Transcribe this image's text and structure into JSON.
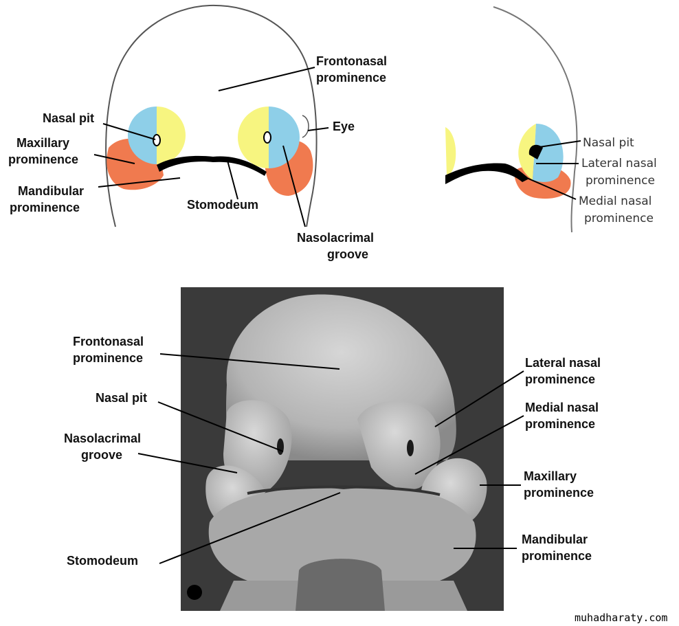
{
  "colors": {
    "frontonasal": "#ffffff",
    "lateral_nasal": "#8ecfe8",
    "medial_nasal": "#f7f580",
    "maxillary": "#f07a4f",
    "stomodeum": "#000000",
    "sem_background": "#3a3a3a"
  },
  "front_view": {
    "labels": {
      "frontonasal": [
        "Frontonasal",
        "prominence"
      ],
      "nasal_pit": "Nasal pit",
      "maxillary": [
        "Maxillary",
        "prominence"
      ],
      "mandibular": [
        "Mandibular",
        "prominence"
      ],
      "stomodeum": "Stomodeum",
      "nasolacrimal": [
        "Nasolacrimal",
        "groove"
      ],
      "eye": "Eye"
    }
  },
  "side_view": {
    "labels": {
      "nasal_pit": "Nasal pit",
      "lateral_nasal": [
        "Lateral nasal",
        "prominence"
      ],
      "medial_nasal": [
        "Medial nasal",
        "prominence"
      ]
    }
  },
  "sem_view": {
    "labels": {
      "frontonasal": [
        "Frontonasal",
        "prominence"
      ],
      "nasal_pit": "Nasal pit",
      "nasolacrimal": [
        "Nasolacrimal",
        "groove"
      ],
      "stomodeum": "Stomodeum",
      "lateral_nasal": [
        "Lateral nasal",
        "prominence"
      ],
      "medial_nasal": [
        "Medial nasal",
        "prominence"
      ],
      "maxillary": [
        "Maxillary",
        "prominence"
      ],
      "mandibular": [
        "Mandibular",
        "prominence"
      ]
    }
  },
  "credit": "muhadharaty.com"
}
